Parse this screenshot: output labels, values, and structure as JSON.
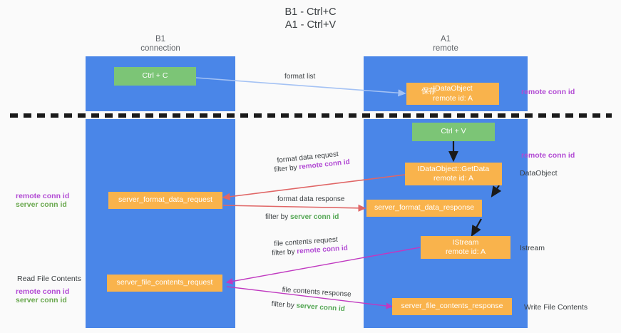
{
  "title": {
    "line1": "B1 - Ctrl+C",
    "line2": "A1 - Ctrl+V"
  },
  "columns": [
    {
      "name": "B1",
      "role": "connection"
    },
    {
      "name": "A1",
      "role": "remote"
    }
  ],
  "colors": {
    "lane": "#4a86e8",
    "green_node": "#7cc576",
    "orange_node": "#f9b34c",
    "remote_conn_id": "#b24bd4",
    "server_conn_id": "#6aa84f",
    "arrow_blue": "#a4c2f4",
    "arrow_red": "#e06666",
    "arrow_black": "#1a1a1a",
    "arrow_magenta": "#c039c0",
    "divider": "#1a1a1a",
    "background": "#fafafa"
  },
  "nodes": {
    "ctrl_c": {
      "label": "Ctrl + C"
    },
    "idataobject": {
      "label": "IDataObject",
      "sub": "remote id: A",
      "ime_overlay": "保存"
    },
    "ctrl_v": {
      "label": "Ctrl + V"
    },
    "getdata": {
      "label": "IDataObject::GetData",
      "sub": "remote id: A"
    },
    "server_format_data_request": {
      "label": "server_format_data_request"
    },
    "server_format_data_response": {
      "label": "server_format_data_response"
    },
    "istream": {
      "label": "IStream",
      "sub": "remote id: A"
    },
    "server_file_contents_request": {
      "label": "server_file_contents_request"
    },
    "server_file_contents_response": {
      "label": "server_file_contents_response"
    }
  },
  "edge_labels": {
    "format_list": "format list",
    "format_data_request": "format data request",
    "format_data_request_filter_prefix": "filter by ",
    "format_data_request_filter_key": "remote conn id",
    "format_data_response": "format data response",
    "format_data_response_filter_prefix": "filter by ",
    "format_data_response_filter_key": "server conn id",
    "file_contents_request": "file contents request",
    "file_contents_request_filter_prefix": "filter by ",
    "file_contents_request_filter_key": "remote conn id",
    "file_contents_response": "file contents response",
    "file_contents_response_filter_prefix": "filter by ",
    "file_contents_response_filter_key": "server conn id"
  },
  "annotations": {
    "right_remote_conn_id_top": "remote conn id",
    "right_remote_conn_id_mid": "remote conn id",
    "right_dataobject": "DataObject",
    "right_istream": "Istream",
    "right_write_file_contents": "Write File Contents",
    "left_remote_conn_id_mid": "remote conn id",
    "left_server_conn_id_mid": "server conn id",
    "left_read_file_contents": "Read File Contents",
    "left_remote_conn_id_bot": "remote conn id",
    "left_server_conn_id_bot": "server conn id"
  }
}
